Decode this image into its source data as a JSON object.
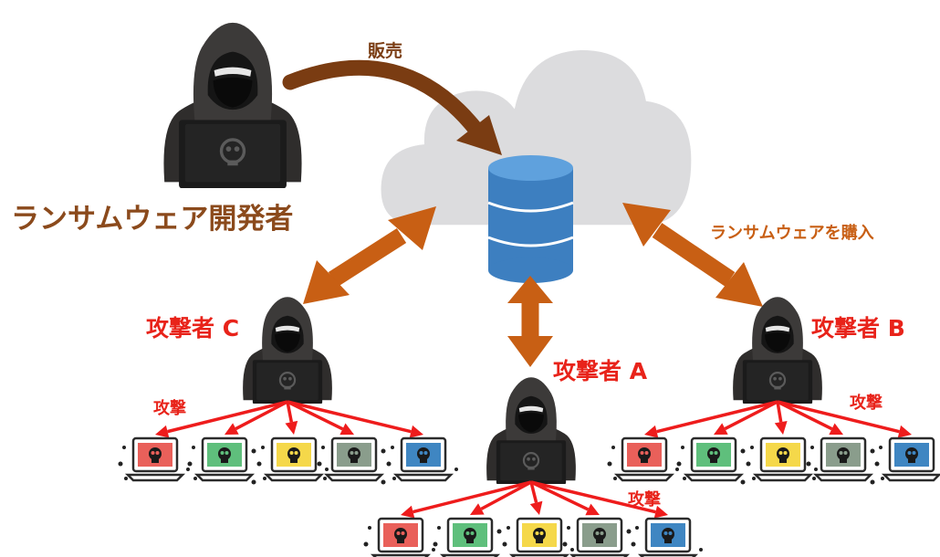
{
  "labels": {
    "developer": "ランサムウェア開発者",
    "sale": "販売",
    "purchase": "ランサムウェアを購入",
    "attacker_a": "攻撃者 A",
    "attacker_b": "攻撃者 B",
    "attacker_c": "攻撃者 C",
    "attack_a": "攻撃",
    "attack_b": "攻撃",
    "attack_c": "攻撃"
  },
  "icons": {
    "cloud": "cloud-icon",
    "database": "database-icon",
    "hacker": "hooded-hacker-icon",
    "laptop": "laptop-icon",
    "skull": "skull-icon"
  },
  "colors": {
    "developer_label": "#8b4a1c",
    "sale_arrow": "#7a3c12",
    "trade_arrow": "#c85f14",
    "purchase_label": "#c85f14",
    "attacker_label": "#e8231a",
    "attack_arrow": "#ee1c1c",
    "cloud": "#dcdcde",
    "database": "#3d7fc0",
    "hacker": "#3c3a39",
    "victim_screens": [
      "#e9605a",
      "#5fbf7c",
      "#f5d84a",
      "#8a9d8c",
      "#3f86c2"
    ]
  }
}
